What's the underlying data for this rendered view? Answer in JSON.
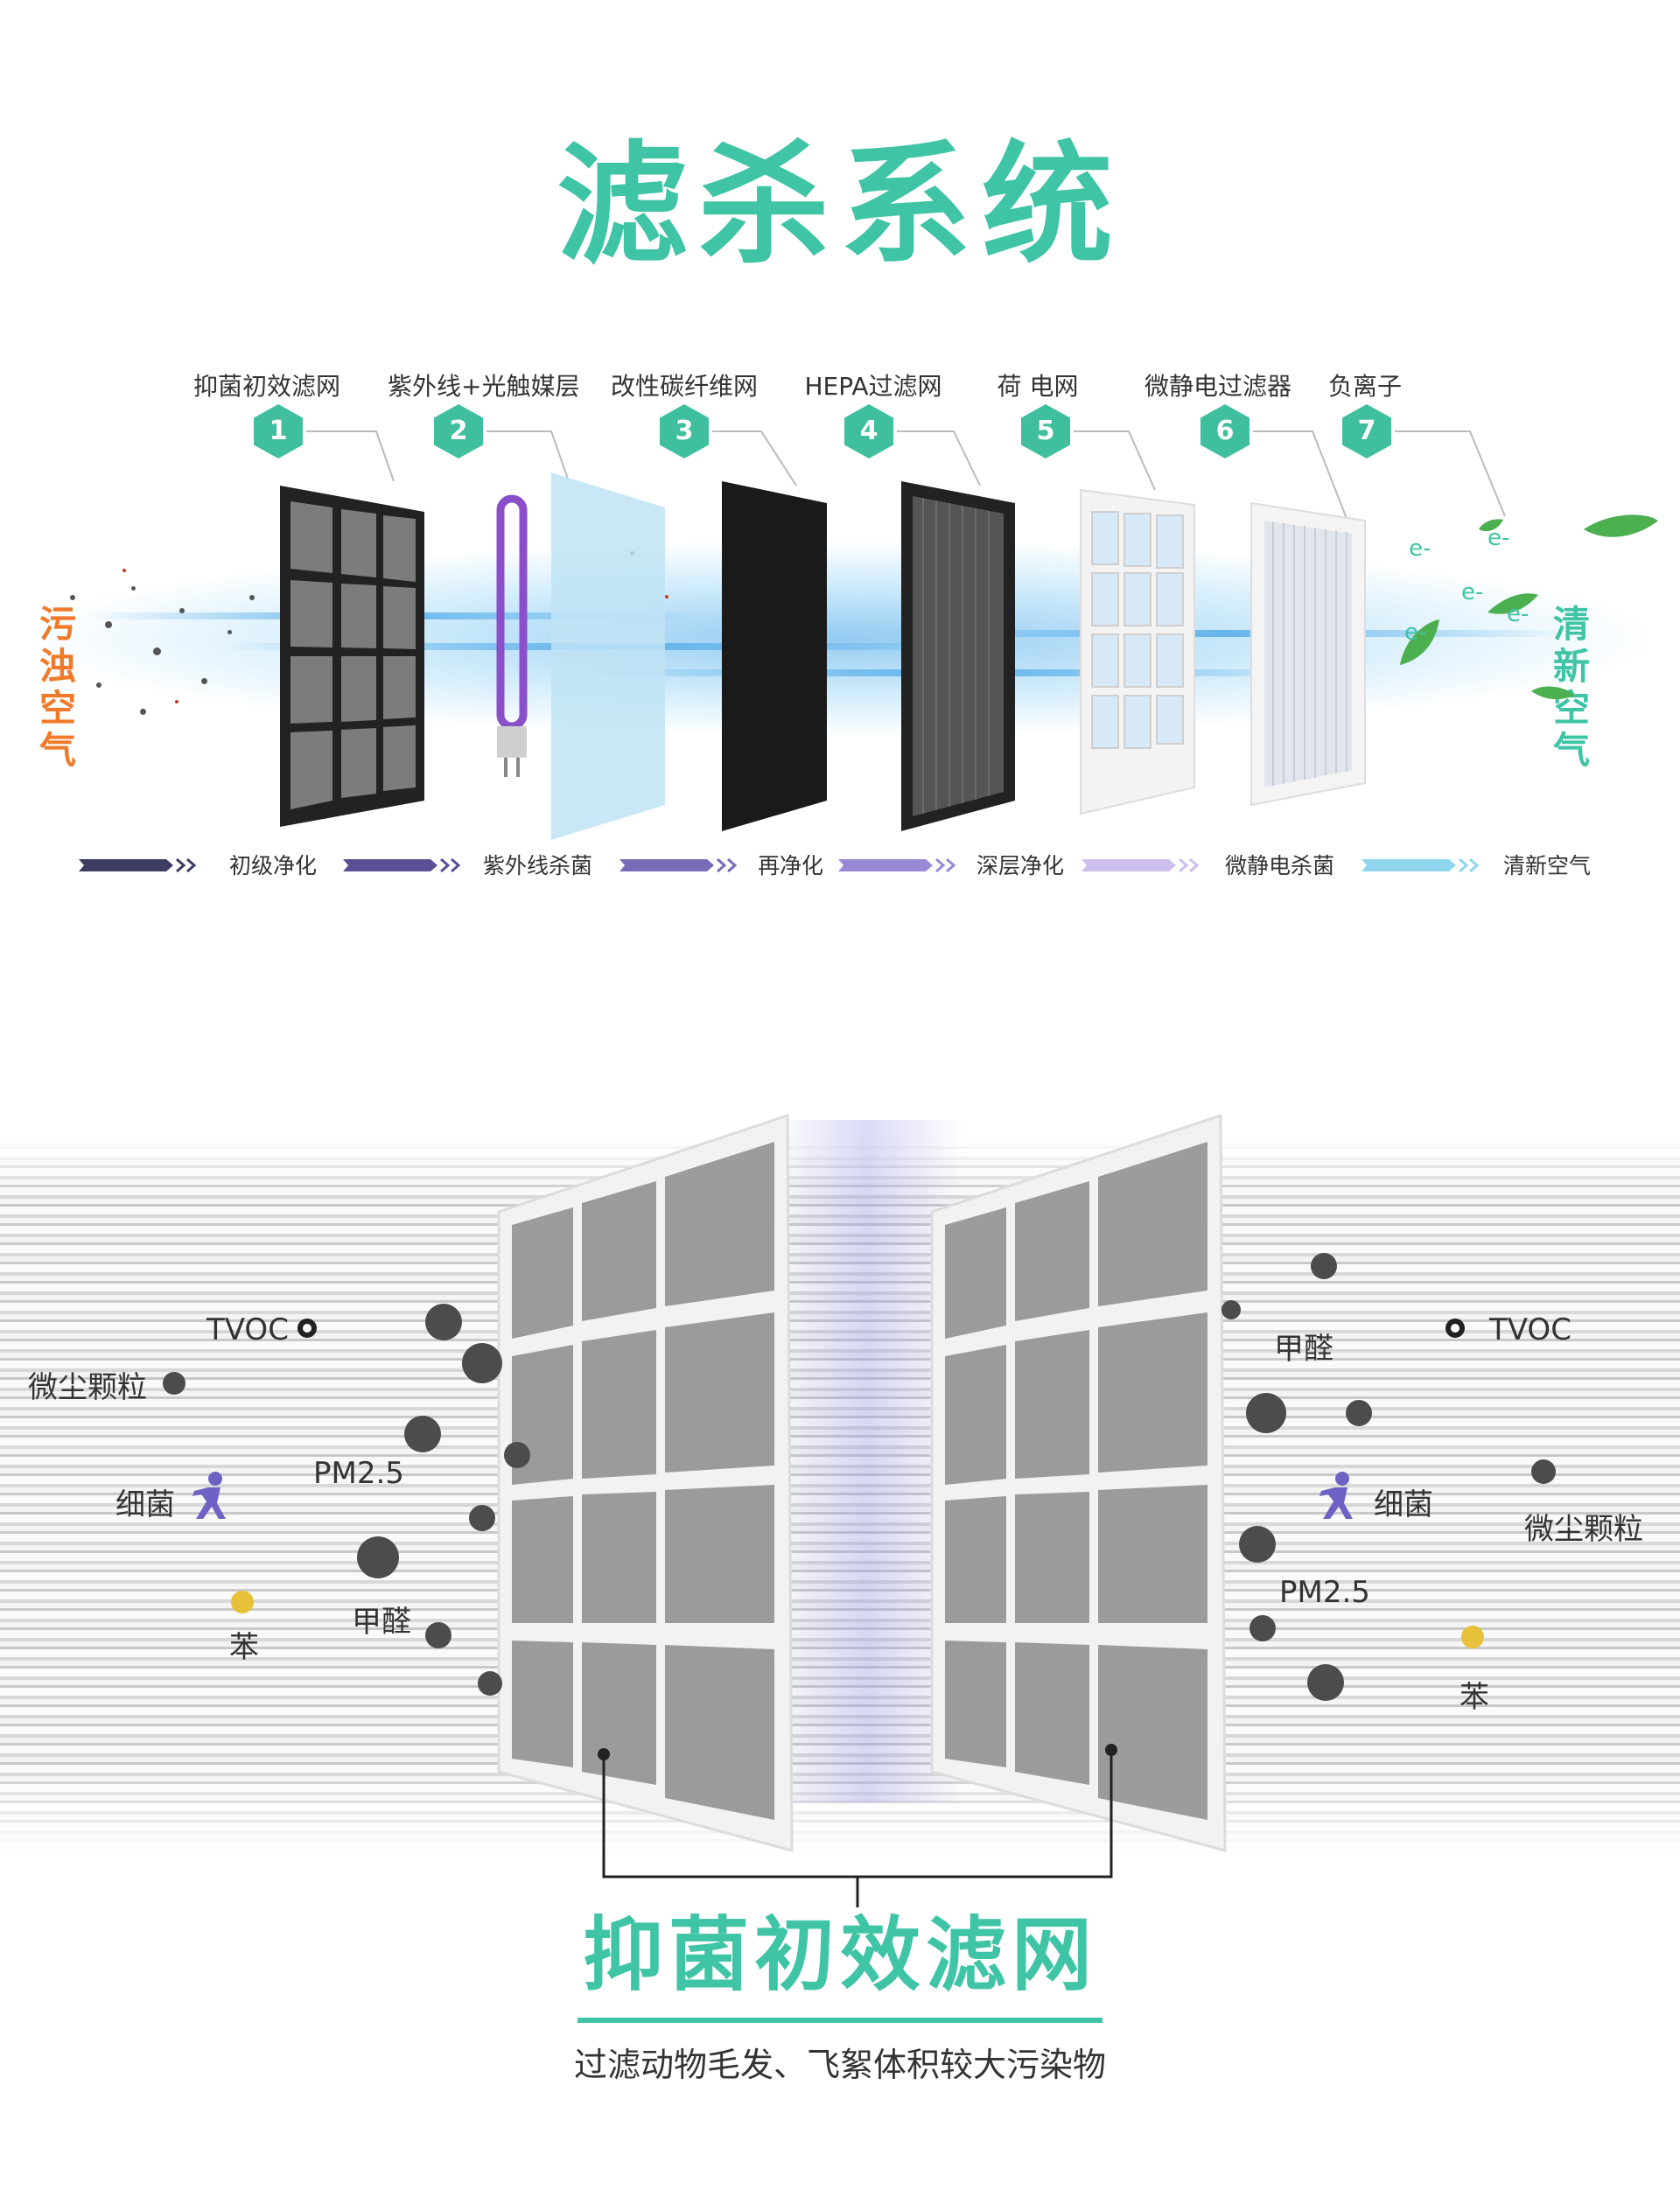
{
  "title": "滤杀系统",
  "layers": [
    {
      "number": "1",
      "label": "抑菌初效滤网"
    },
    {
      "number": "2",
      "label": "紫外线+光触媒层"
    },
    {
      "number": "3",
      "label": "改性碳纤维网"
    },
    {
      "number": "4",
      "label": "HEPA过滤网"
    },
    {
      "number": "5",
      "label": "荷 电网"
    },
    {
      "number": "6",
      "label": "微静电过滤器"
    },
    {
      "number": "7",
      "label": "负离子"
    }
  ],
  "left_side_label": "污浊空气",
  "right_side_label": "清新空气",
  "ion_symbol": "e-",
  "flow_steps": [
    "初级净化",
    "紫外线杀菌",
    "再净化",
    "深层净化",
    "微静电杀菌",
    "清新空气"
  ],
  "pollutants_left": {
    "tvoc": "TVOC",
    "dust": "微尘颗粒",
    "pm25": "PM2.5",
    "bacteria": "细菌",
    "formaldehyde": "甲醛",
    "benzene": "苯"
  },
  "pollutants_right": {
    "formaldehyde": "甲醛",
    "tvoc": "TVOC",
    "bacteria": "细菌",
    "dust": "微尘颗粒",
    "pm25": "PM2.5",
    "benzene": "苯"
  },
  "filter_title": "抑菌初效滤网",
  "filter_desc": "过滤动物毛发、飞絮体积较大污染物",
  "colors": {
    "accent": "#3fc4a6",
    "badge": "#3fbf9e",
    "dirty_air": "#f07a2a",
    "clean_air": "#3fc4a6",
    "flow_blue": "#5aaee6",
    "benzene_dot": "#e8c13a"
  }
}
